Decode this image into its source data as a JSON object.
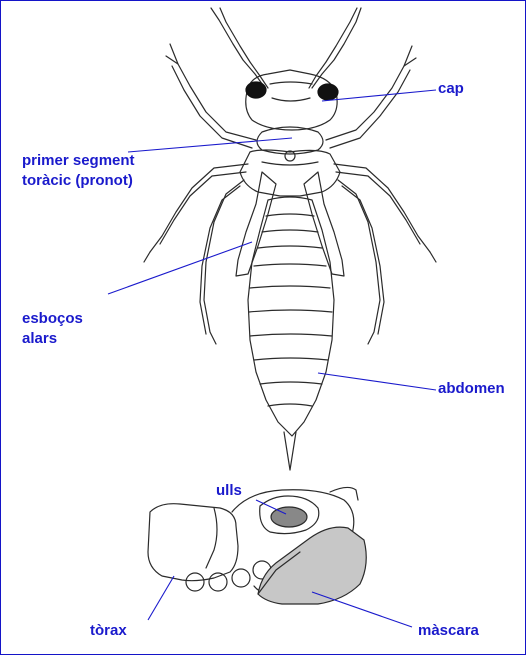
{
  "colors": {
    "label": "#1a1acc",
    "leader": "#1a1acc",
    "outline": "#2b2b2b",
    "border": "#1414c8"
  },
  "labels": {
    "cap": "cap",
    "pronot_line1": "primer segment",
    "pronot_line2": "toràcic (pronot)",
    "esbocos_line1": "esboços",
    "esbocos_line2": "alars",
    "abdomen": "abdomen",
    "ulls": "ulls",
    "torax": "tòrax",
    "mascara": "màscara"
  }
}
